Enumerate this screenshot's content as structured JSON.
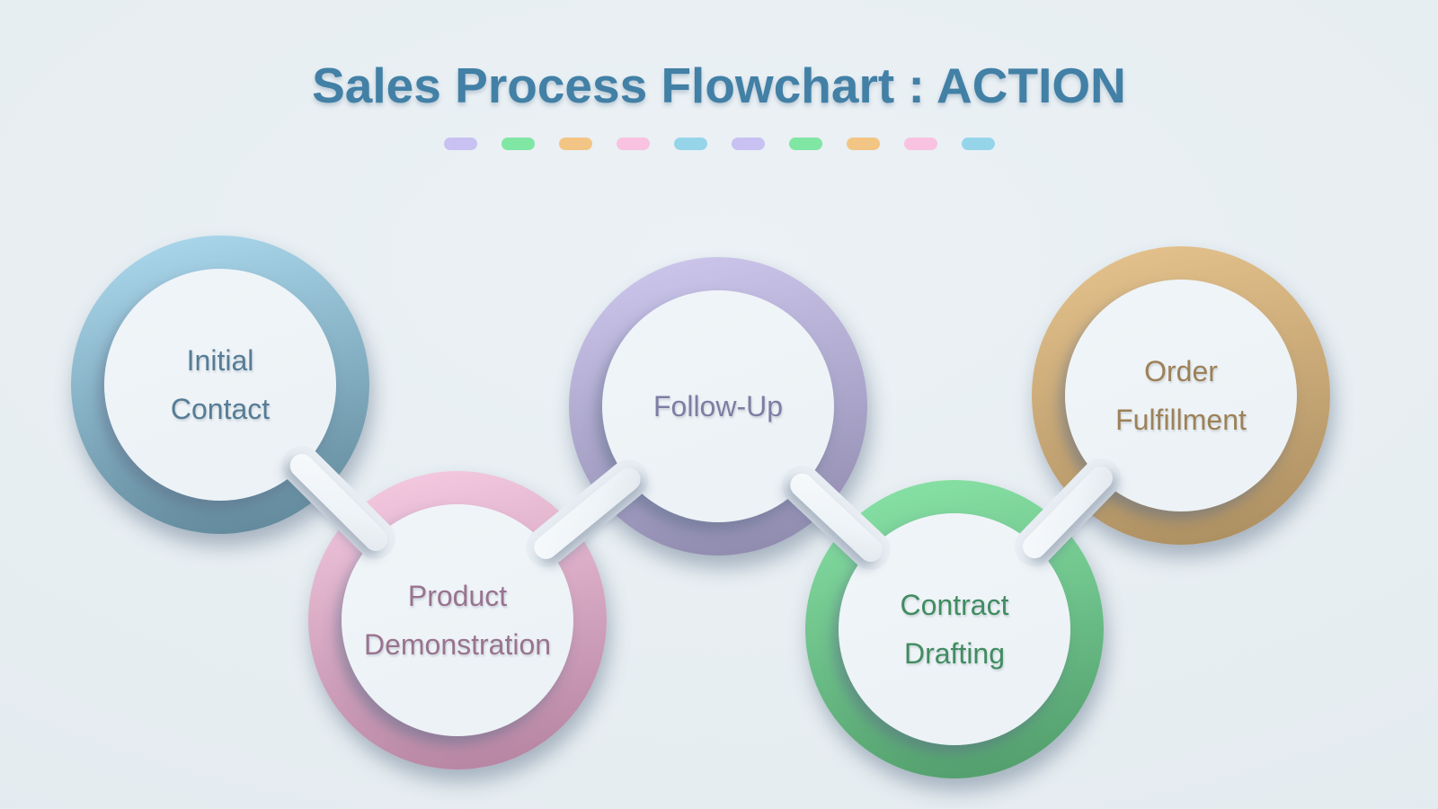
{
  "header": {
    "title": "Sales Process Flowchart : ACTION",
    "title_color": "#4280a6",
    "divider_dash_colors": [
      "#c8c1f2",
      "#80e6a3",
      "#f3c584",
      "#f9c2e1",
      "#96d5e9"
    ],
    "divider_repeat": 2
  },
  "canvas": {
    "background_color": "#e6edf1",
    "disc_color": "#eef3f7",
    "connector_color": "#f3f7fa"
  },
  "diagram": {
    "type": "flowchart",
    "nodes": [
      {
        "id": "initial-contact",
        "label": "Initial Contact",
        "lines": [
          "Initial",
          "Contact"
        ],
        "ring_gradient": [
          "#aedbf0",
          "#5d8496"
        ],
        "label_color": "#567c95"
      },
      {
        "id": "product-demonstration",
        "label": "Product Demonstration",
        "lines": [
          "Product",
          "Demonstration"
        ],
        "ring_gradient": [
          "#f8cde4",
          "#b2809e"
        ],
        "label_color": "#99738f"
      },
      {
        "id": "follow-up",
        "label": "Follow-Up",
        "lines": [
          "Follow-Up"
        ],
        "ring_gradient": [
          "#d0c9ef",
          "#8b87aa"
        ],
        "label_color": "#7f7da3"
      },
      {
        "id": "contract-drafting",
        "label": "Contract Drafting",
        "lines": [
          "Contract",
          "Drafting"
        ],
        "ring_gradient": [
          "#8ae5a8",
          "#4f9a69"
        ],
        "label_color": "#418c60"
      },
      {
        "id": "order-fulfillment",
        "label": "Order Fulfillment",
        "lines": [
          "Order",
          "Fulfillment"
        ],
        "ring_gradient": [
          "#e7c48e",
          "#a98c5f"
        ],
        "label_color": "#9d8157"
      }
    ],
    "connections": [
      {
        "from": "initial-contact",
        "to": "product-demonstration"
      },
      {
        "from": "product-demonstration",
        "to": "follow-up"
      },
      {
        "from": "follow-up",
        "to": "contract-drafting"
      },
      {
        "from": "contract-drafting",
        "to": "order-fulfillment"
      }
    ]
  }
}
